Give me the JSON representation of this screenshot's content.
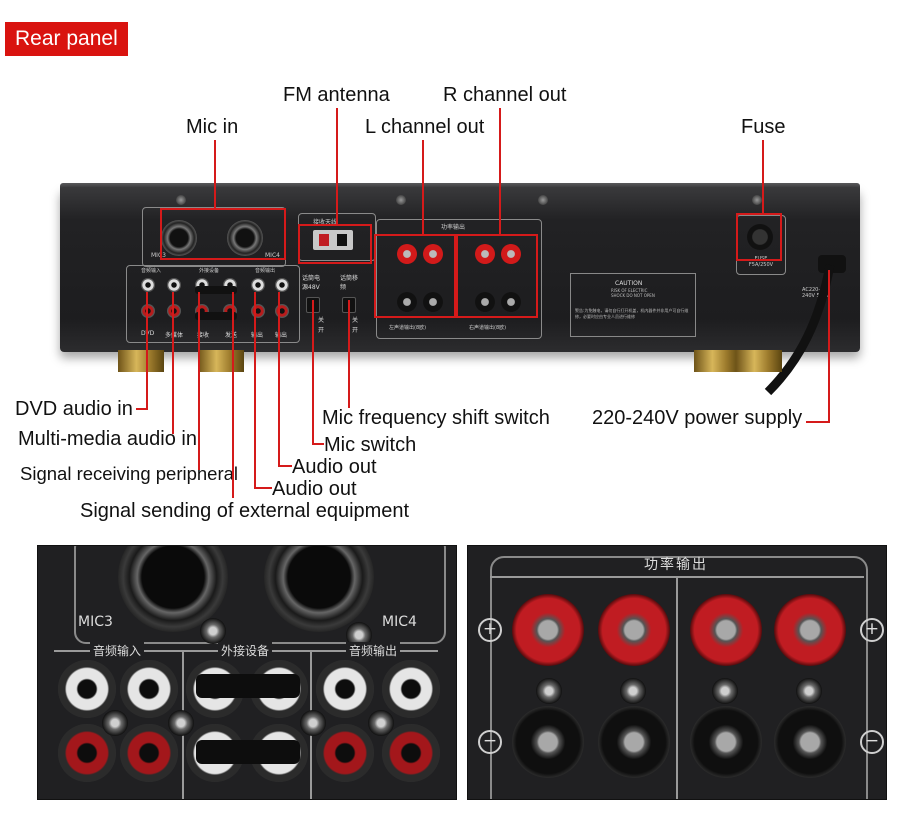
{
  "badge": {
    "label": "Rear panel",
    "color": "#d9130f"
  },
  "leader_color": "#d51a1a",
  "callouts": {
    "fm_antenna": "FM antenna",
    "r_channel_out": "R channel out",
    "mic_in": "Mic in",
    "l_channel_out": "L channel out",
    "fuse": "Fuse",
    "dvd_audio_in": "DVD audio in",
    "multimedia_audio_in": "Multi-media audio in",
    "signal_receiving": "Signal receiving peripheral",
    "signal_sending": "Signal sending of external equipment",
    "mic_freq_switch": "Mic frequency shift switch",
    "mic_switch": "Mic switch",
    "audio_out_1": "Audio out",
    "audio_out_2": "Audio out",
    "power_supply": "220-240V power supply"
  },
  "device": {
    "mic_labels": [
      "MIC3",
      "MIC4"
    ],
    "antenna_label": "接收天线",
    "power_out_label": "功率输出",
    "left_out_label": "左声道输出(8欧)",
    "right_out_label": "右声道输出(8欧)",
    "jack_group_labels": [
      "音频输入",
      "外接设备",
      "音频输出"
    ],
    "jack_bottom_labels": [
      "DVD",
      "多媒体",
      "接收",
      "发送",
      "输出",
      "输出"
    ],
    "switch_labels": [
      "话筒电源48V",
      "话筒移频"
    ],
    "switch_states": [
      "关",
      "开"
    ],
    "fuse_label": "FUSE F5A/250V",
    "caution_label": "CAUTION",
    "caution_sub": "RISK OF ELECTRIC SHOCK DO NOT OPEN",
    "warning_text": "警告:为免触电，请勿自行打开机盖，机内器件并非用户可自行维修，必要时应由专业人员进行维修",
    "power_rating": "AC220-240V 50Hz"
  },
  "zoom_left": {
    "mic_labels": [
      "MIC3",
      "MIC4"
    ],
    "group_labels": [
      "音频输入",
      "外接设备",
      "音频输出"
    ]
  },
  "zoom_right": {
    "title": "功率输出"
  }
}
